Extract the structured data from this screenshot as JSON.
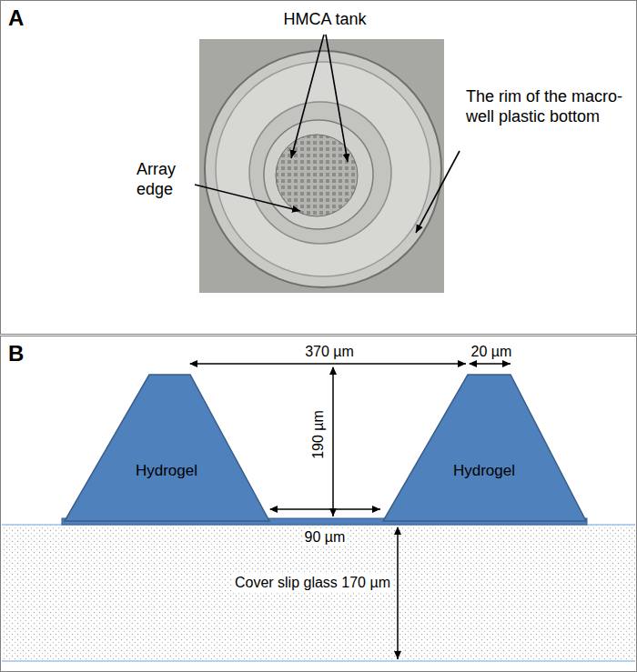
{
  "diagram": {
    "nodes": [
      {
        "text": [
          "A"
        ]
      },
      {
        "text": [
          "B"
        ]
      },
      {
        "text": [
          "Hydrogel"
        ],
        "in": 1
      },
      {
        "text": [
          "Hydrogel"
        ],
        "in": 1
      },
      {
        "text": [
          "Cover slip glass 170 µm"
        ],
        "in": 1
      }
    ],
    "labels": [
      "HMCA tank",
      "Array edge",
      "The rim of the macro-well plastic bottom",
      "370 µm",
      "20 µm",
      "190 µm",
      "90 µm"
    ]
  }
}
